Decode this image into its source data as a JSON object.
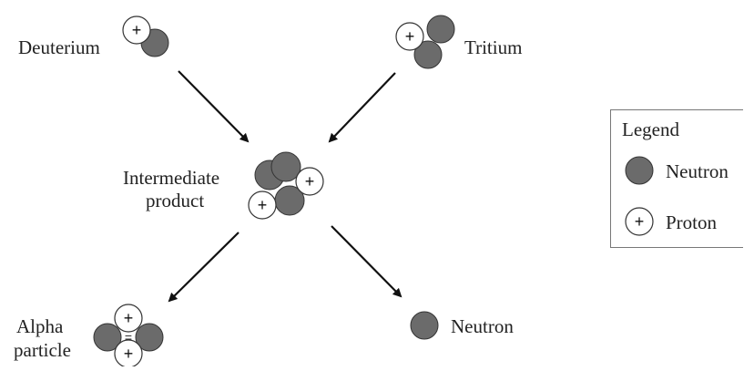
{
  "labels": {
    "deuterium": "Deuterium",
    "tritium": "Tritium",
    "intermediate_line1": "Intermediate",
    "intermediate_line2": "product",
    "alpha_line1": "Alpha",
    "alpha_line2": "particle",
    "neutron_out": "Neutron"
  },
  "legend": {
    "title": "Legend",
    "neutron": "Neutron",
    "proton": "Proton"
  },
  "symbols": {
    "proton_sign": "+",
    "alpha_center_sign": "="
  },
  "colors": {
    "neutron_fill": "#6b6b6b",
    "neutron_stroke": "#333333",
    "proton_fill": "#ffffff",
    "line": "#111111"
  }
}
